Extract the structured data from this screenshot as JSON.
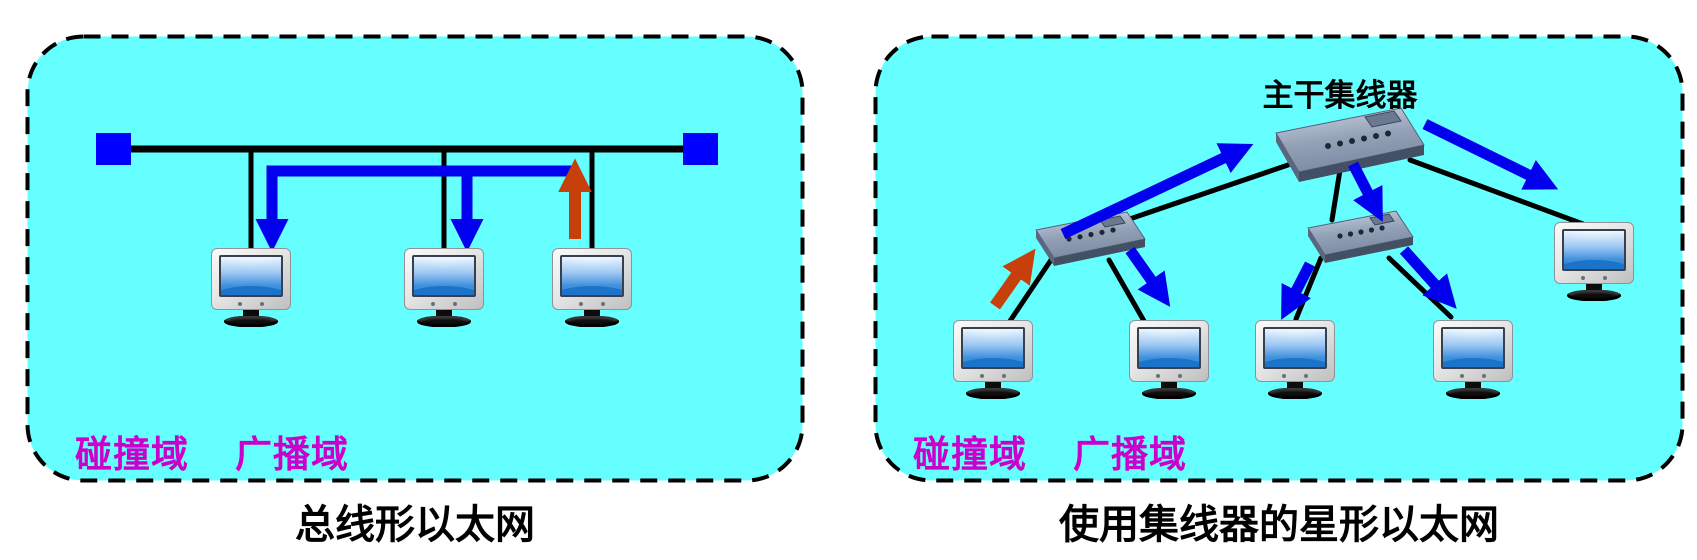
{
  "left_panel": {
    "caption": "总线形以太网",
    "collision_label": "碰撞域",
    "broadcast_label": "广播域"
  },
  "right_panel": {
    "caption": "使用集线器的星形以太网",
    "hub_label": "主干集线器",
    "collision_label": "碰撞域",
    "broadcast_label": "广播域"
  },
  "colors": {
    "panel_bg": "#66FFFF",
    "arrow_blue": "#0000EE",
    "arrow_orange": "#C7400C",
    "label_magenta": "#CC00CC",
    "terminator_blue": "#0000FF"
  }
}
